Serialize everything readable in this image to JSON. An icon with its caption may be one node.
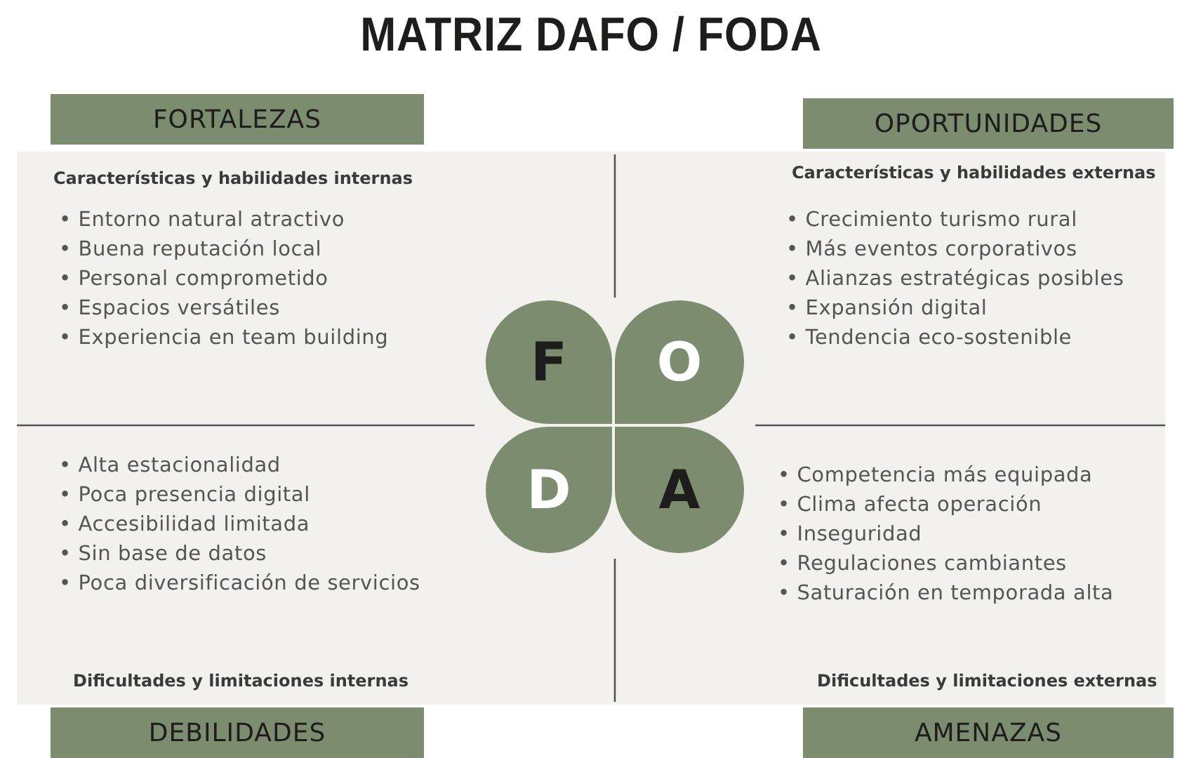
{
  "diagram": {
    "title": "MATRIZ DAFO / FODA",
    "nodes": [
      {
        "text": [
          "FORTALEZAS"
        ]
      },
      {
        "text": [
          "OPORTUNIDADES"
        ]
      },
      {
        "text": [
          "Características y habilidades internas",
          "• Entorno natural atractivo",
          "• Buena reputación local",
          "• Personal comprometido",
          "• Espacios versátiles",
          "• Experiencia en team building"
        ]
      },
      {
        "text": [
          "Características y habilidades externas",
          "• Crecimiento turismo rural",
          "• Más eventos corporativos",
          "• Alianzas estratégicas posibles",
          "• Expansión digital",
          "• Tendencia eco-sostenible"
        ]
      },
      {
        "text": [
          "F"
        ]
      },
      {
        "text": [
          "O"
        ]
      },
      {
        "text": [
          "D"
        ]
      },
      {
        "text": [
          "A"
        ]
      },
      {
        "text": [
          "• Alta estacionalidad",
          "• Poca presencia digital",
          "• Accesibilidad limitada",
          "• Sin base de datos",
          "• Poca diversificación de servicios",
          "Dificultades y limitaciones internas"
        ]
      },
      {
        "text": [
          "• Competencia más equipada",
          "• Clima afecta operación",
          "• Inseguridad",
          "• Regulaciones cambiantes",
          "• Saturación en temporada alta",
          "Dificultades y limitaciones externas"
        ]
      },
      {
        "text": [
          "DEBILIDADES"
        ]
      },
      {
        "text": [
          "AMENAZAS"
        ]
      }
    ]
  }
}
